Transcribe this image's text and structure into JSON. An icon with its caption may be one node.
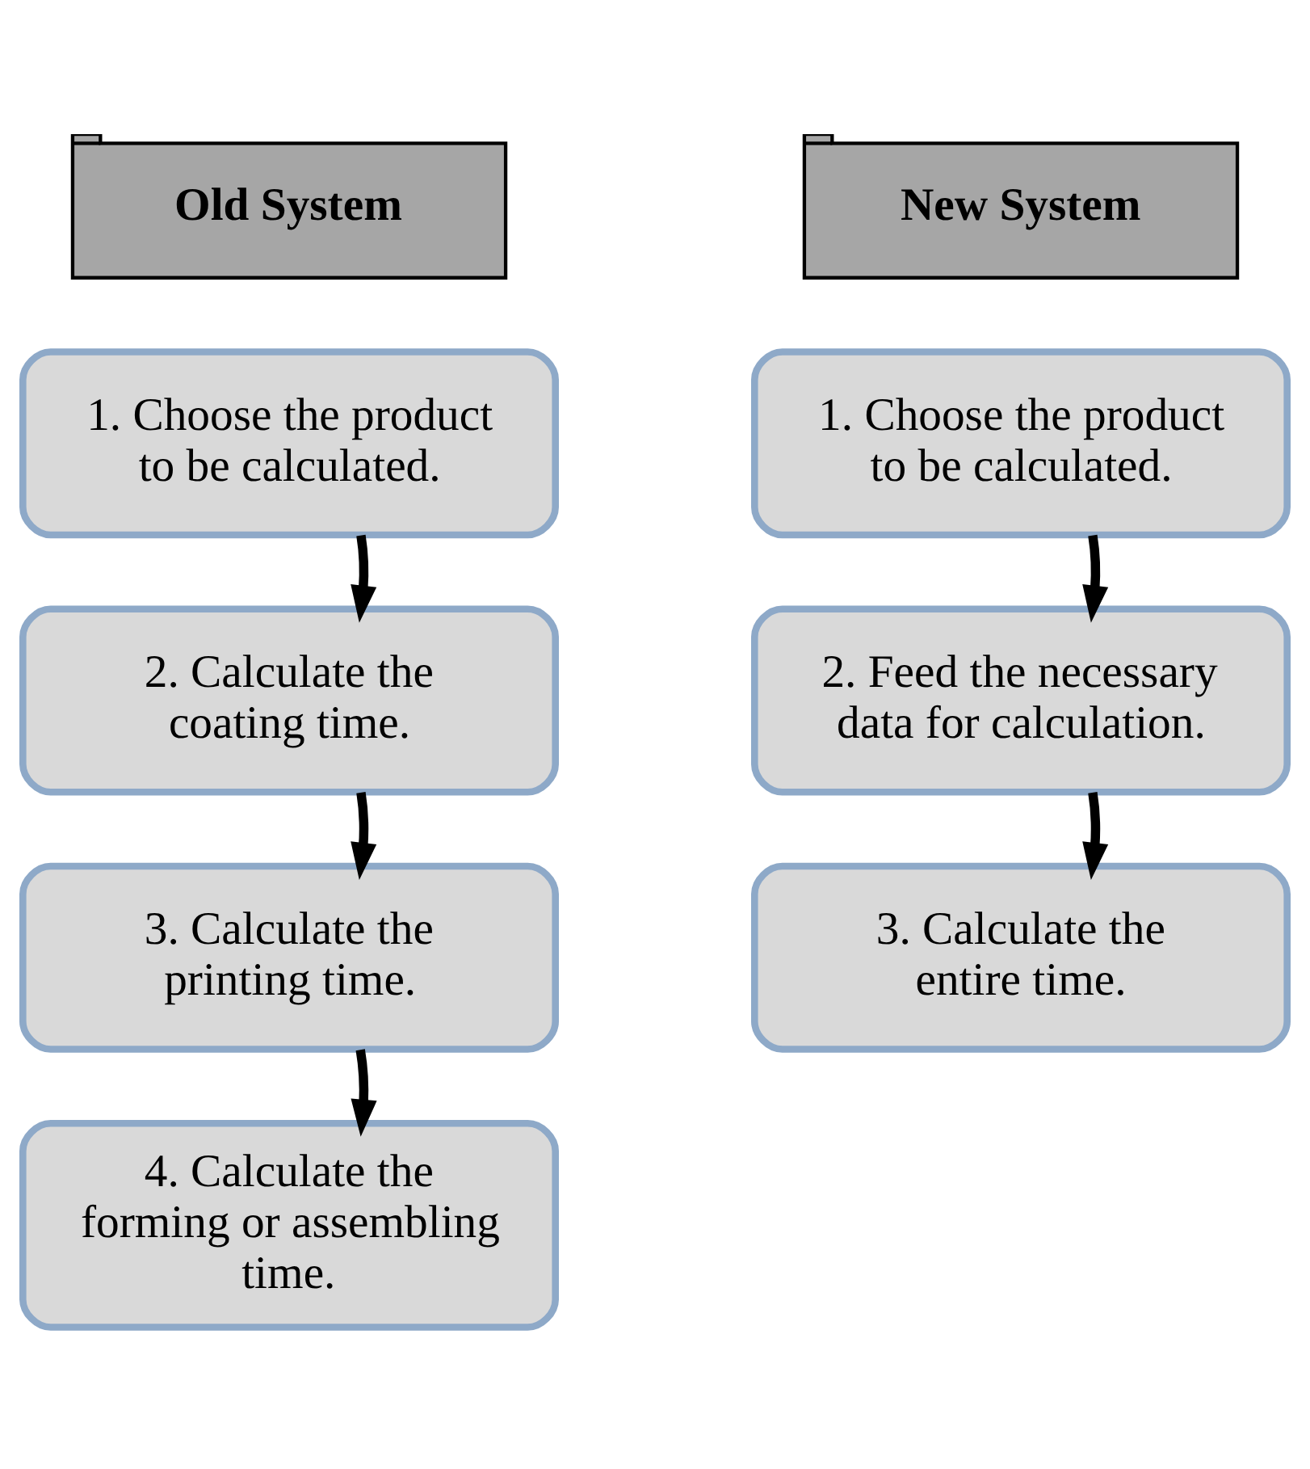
{
  "diagram": {
    "nodes": [
      {
        "text": [
          "Old System"
        ]
      },
      {
        "text": [
          "1. Choose the product to be calculated."
        ]
      },
      {
        "text": [
          "2. Calculate the coating time."
        ]
      },
      {
        "text": [
          "3. Calculate the printing time."
        ]
      },
      {
        "text": [
          "4. Calculate the forming or assembling time."
        ]
      },
      {
        "text": [
          "New System"
        ]
      },
      {
        "text": [
          "1. Choose the product to be calculated."
        ]
      },
      {
        "text": [
          "2. Feed the necessary data for calculation."
        ]
      },
      {
        "text": [
          "3. Calculate the entire time."
        ]
      }
    ],
    "edges": [
      {
        "from": 1,
        "to": 2,
        "arrow": "to"
      },
      {
        "from": 2,
        "to": 3,
        "arrow": "to"
      },
      {
        "from": 3,
        "to": 4,
        "arrow": "to"
      },
      {
        "from": 6,
        "to": 7,
        "arrow": "to"
      },
      {
        "from": 7,
        "to": 8,
        "arrow": "to"
      }
    ]
  }
}
